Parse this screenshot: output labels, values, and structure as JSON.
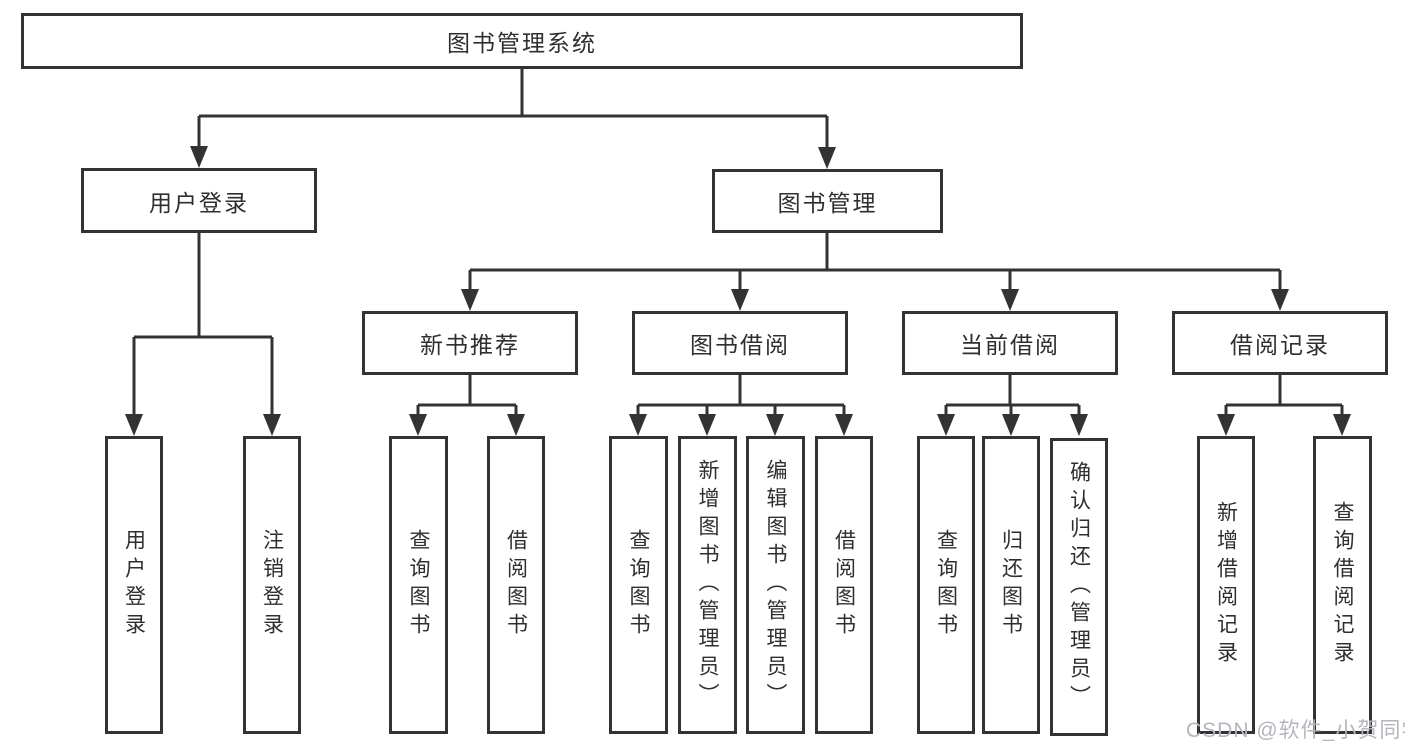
{
  "diagram": {
    "title": "图书管理系统",
    "root": {
      "label": "图书管理系统"
    },
    "level2": [
      {
        "label": "用户登录"
      },
      {
        "label": "图书管理"
      }
    ],
    "level3": [
      {
        "label": "新书推荐"
      },
      {
        "label": "图书借阅"
      },
      {
        "label": "当前借阅"
      },
      {
        "label": "借阅记录"
      }
    ],
    "leaves": {
      "login": [
        "用户登录",
        "注销登录"
      ],
      "newbook": [
        "查询图书",
        "借阅图书"
      ],
      "borrow": [
        "查询图书",
        "新增图书（管理员）",
        "编辑图书（管理员）",
        "借阅图书"
      ],
      "current": [
        "查询图书",
        "归还图书",
        "确认归还（管理员）"
      ],
      "records": [
        "新增借阅记录",
        "查询借阅记录"
      ]
    }
  },
  "watermark": {
    "text": "CSDN @软件_小贺同学"
  },
  "colors": {
    "line": "#333333",
    "text": "#2f2f2f",
    "box_background": "#ffffff",
    "watermark": "#b3b6bc"
  }
}
